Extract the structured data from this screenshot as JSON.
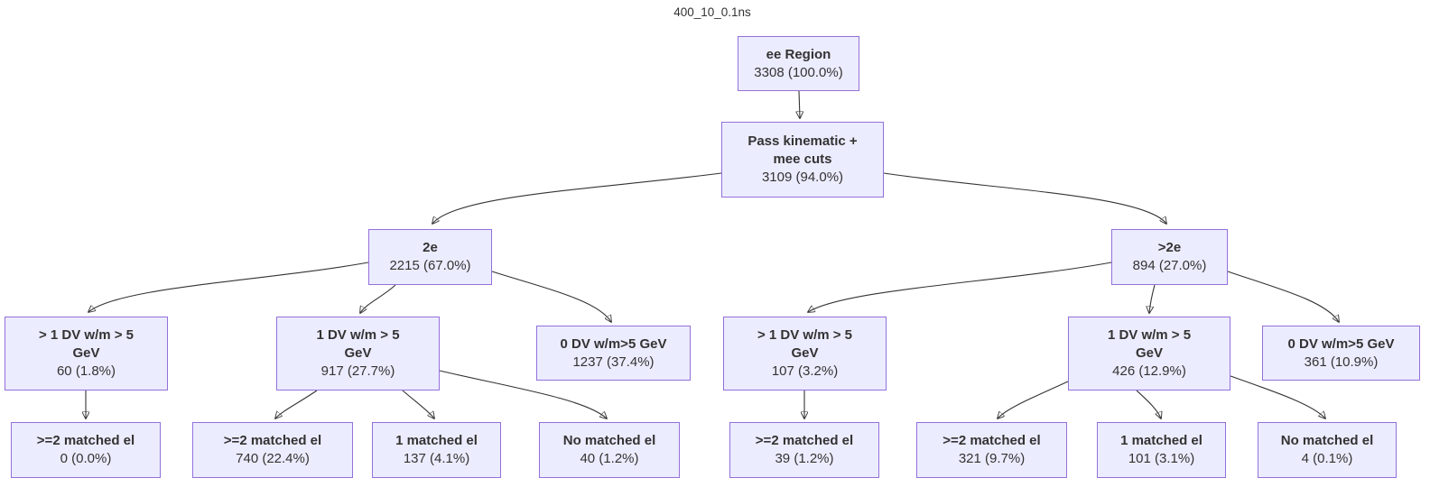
{
  "title": "400_10_0.1ns",
  "colors": {
    "background": "#ffffff",
    "node_fill": "#ECECFF",
    "node_border": "#9370DB",
    "text": "#333333",
    "edge": "#333333"
  },
  "diagram": {
    "type": "flowchart-tree",
    "nodes": [
      {
        "id": "ee-region",
        "label": "ee Region",
        "count": "3308 (100.0%)"
      },
      {
        "id": "pass-kinematic",
        "label": "Pass kinematic +\nmee cuts",
        "count": "3109 (94.0%)"
      },
      {
        "id": "2e",
        "label": "2e",
        "count": "2215 (67.0%)"
      },
      {
        "id": "gt2e",
        "label": ">2e",
        "count": "894 (27.0%)"
      },
      {
        "id": "2e-gt1dv",
        "label": "> 1 DV w/m > 5\nGeV",
        "count": "60 (1.8%)"
      },
      {
        "id": "2e-1dv",
        "label": "1 DV w/m > 5\nGeV",
        "count": "917 (27.7%)"
      },
      {
        "id": "2e-0dv",
        "label": "0 DV w/m>5 GeV",
        "count": "1237 (37.4%)"
      },
      {
        "id": "gt2e-gt1dv",
        "label": "> 1 DV w/m > 5\nGeV",
        "count": "107 (3.2%)"
      },
      {
        "id": "gt2e-1dv",
        "label": "1 DV w/m > 5\nGeV",
        "count": "426 (12.9%)"
      },
      {
        "id": "gt2e-0dv",
        "label": "0 DV w/m>5 GeV",
        "count": "361 (10.9%)"
      },
      {
        "id": "2e-gt1dv-ge2matched",
        "label": ">=2 matched el",
        "count": "0 (0.0%)"
      },
      {
        "id": "2e-1dv-ge2matched",
        "label": ">=2 matched el",
        "count": "740 (22.4%)"
      },
      {
        "id": "2e-1dv-1matched",
        "label": "1 matched el",
        "count": "137 (4.1%)"
      },
      {
        "id": "2e-1dv-nomatched",
        "label": "No matched el",
        "count": "40 (1.2%)"
      },
      {
        "id": "gt2e-gt1dv-ge2matched",
        "label": ">=2 matched el",
        "count": "39 (1.2%)"
      },
      {
        "id": "gt2e-1dv-ge2matched",
        "label": ">=2 matched el",
        "count": "321 (9.7%)"
      },
      {
        "id": "gt2e-1dv-1matched",
        "label": "1 matched el",
        "count": "101 (3.1%)"
      },
      {
        "id": "gt2e-1dv-nomatched",
        "label": "No matched el",
        "count": "4 (0.1%)"
      }
    ],
    "edges": [
      [
        "ee-region",
        "pass-kinematic"
      ],
      [
        "pass-kinematic",
        "2e"
      ],
      [
        "pass-kinematic",
        "gt2e"
      ],
      [
        "2e",
        "2e-gt1dv"
      ],
      [
        "2e",
        "2e-1dv"
      ],
      [
        "2e",
        "2e-0dv"
      ],
      [
        "gt2e",
        "gt2e-gt1dv"
      ],
      [
        "gt2e",
        "gt2e-1dv"
      ],
      [
        "gt2e",
        "gt2e-0dv"
      ],
      [
        "2e-gt1dv",
        "2e-gt1dv-ge2matched"
      ],
      [
        "2e-1dv",
        "2e-1dv-ge2matched"
      ],
      [
        "2e-1dv",
        "2e-1dv-1matched"
      ],
      [
        "2e-1dv",
        "2e-1dv-nomatched"
      ],
      [
        "gt2e-gt1dv",
        "gt2e-gt1dv-ge2matched"
      ],
      [
        "gt2e-1dv",
        "gt2e-1dv-ge2matched"
      ],
      [
        "gt2e-1dv",
        "gt2e-1dv-1matched"
      ],
      [
        "gt2e-1dv",
        "gt2e-1dv-nomatched"
      ]
    ]
  }
}
